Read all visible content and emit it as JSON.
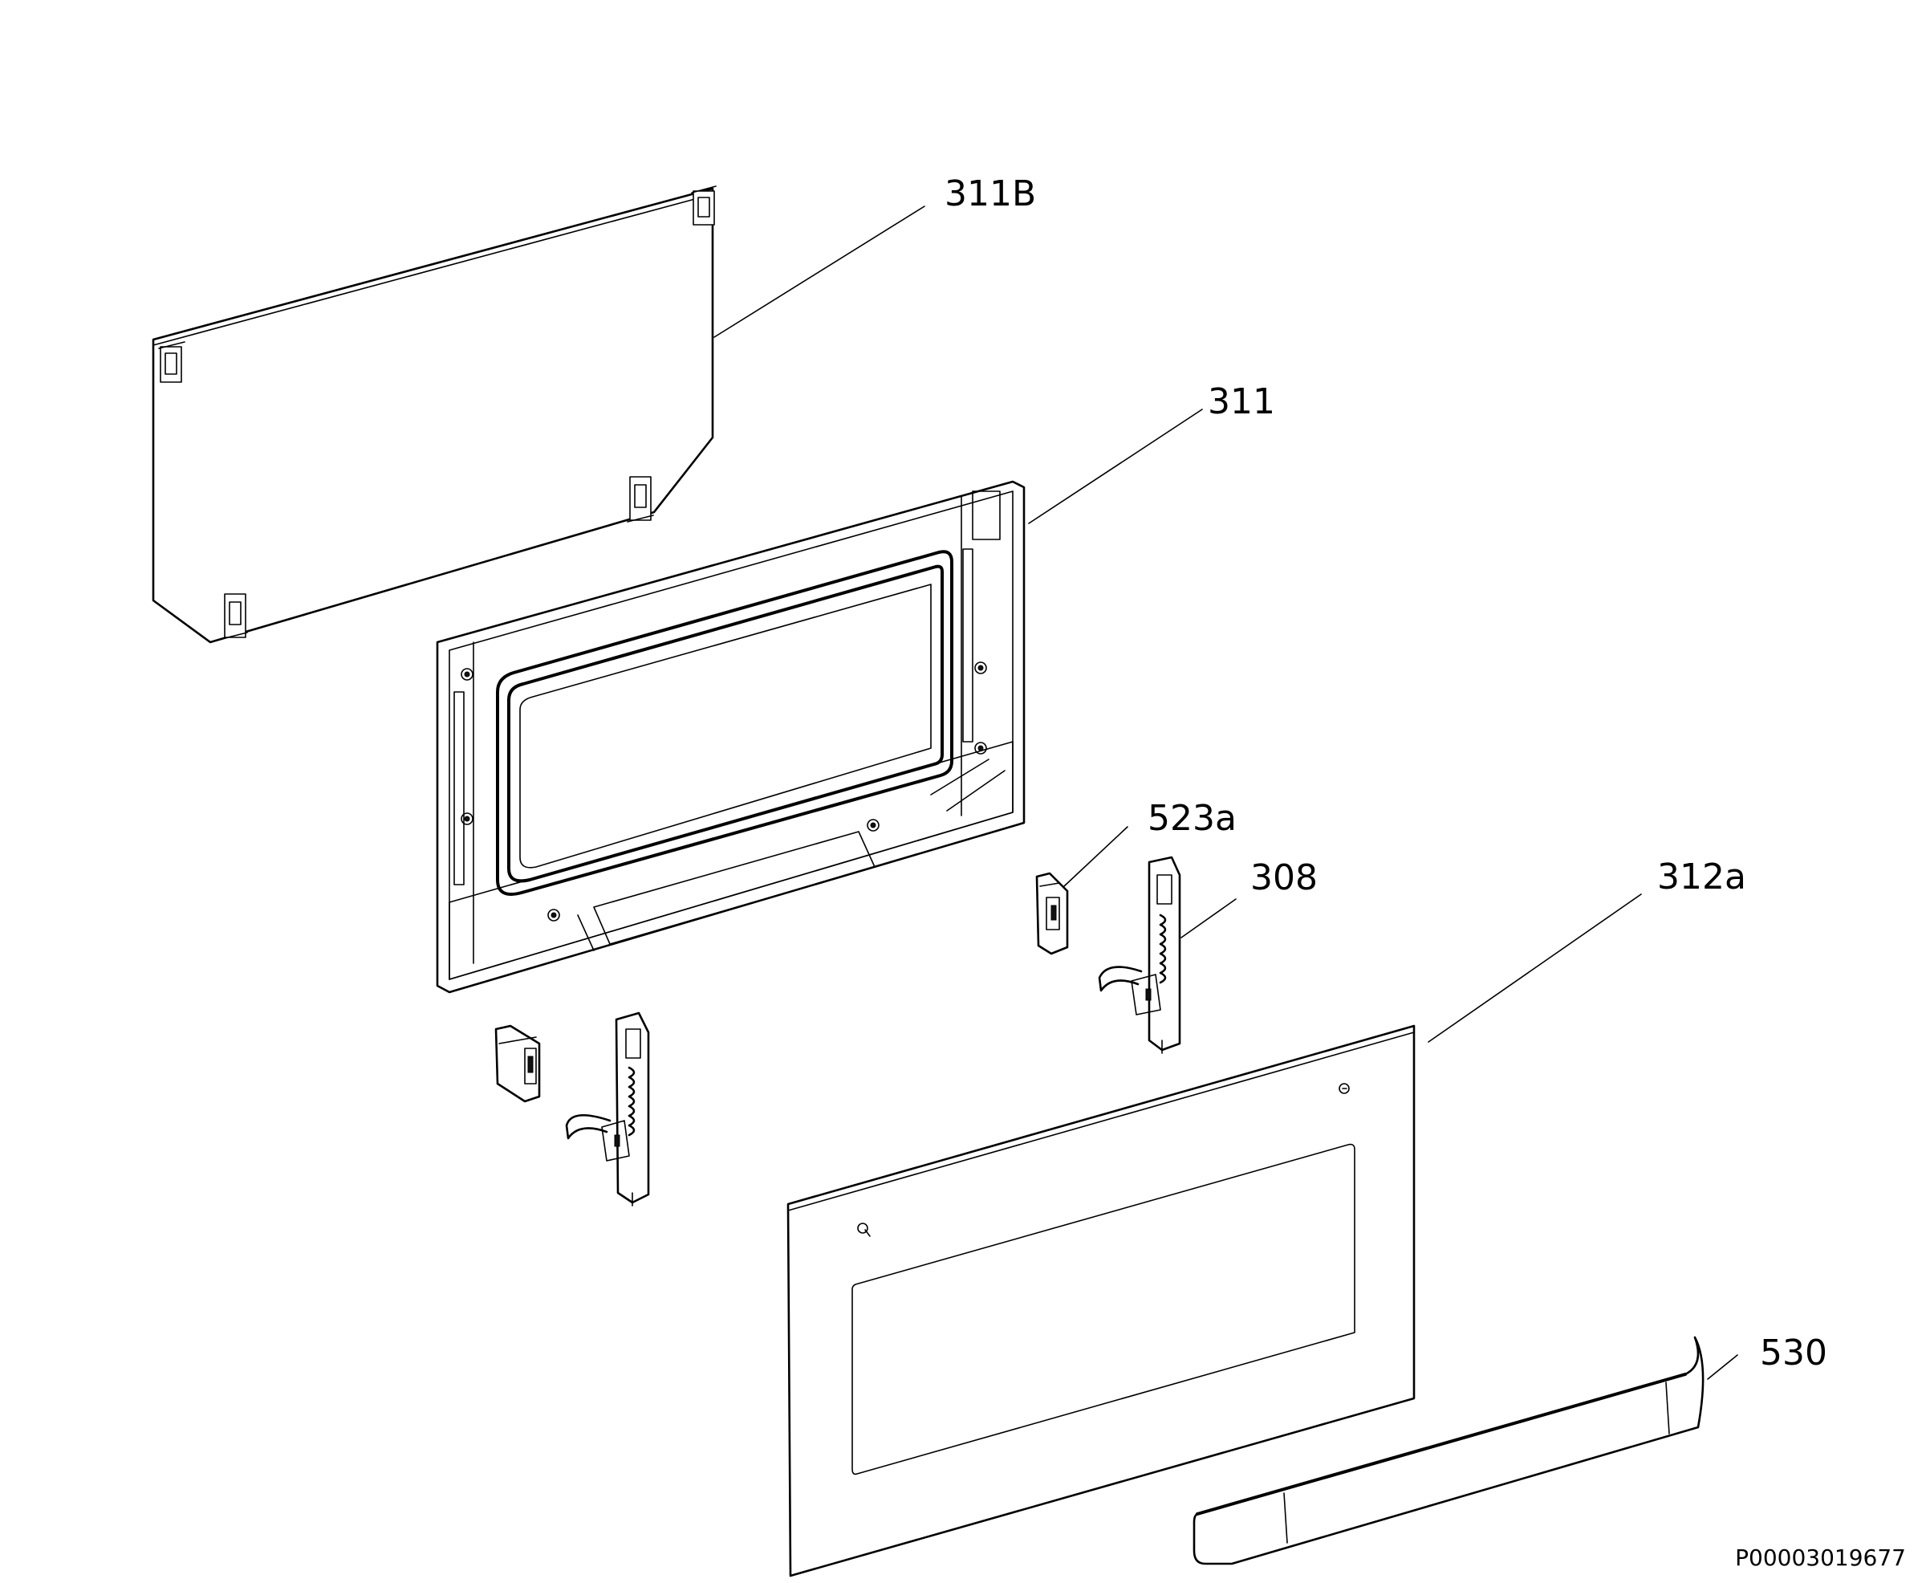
{
  "diagram": {
    "parts": [
      {
        "id": "311B",
        "label": "311B"
      },
      {
        "id": "311",
        "label": "311"
      },
      {
        "id": "523a",
        "label": "523a"
      },
      {
        "id": "308",
        "label": "308"
      },
      {
        "id": "312a",
        "label": "312a"
      },
      {
        "id": "530",
        "label": "530"
      }
    ],
    "reference_code": "P00003019677"
  }
}
